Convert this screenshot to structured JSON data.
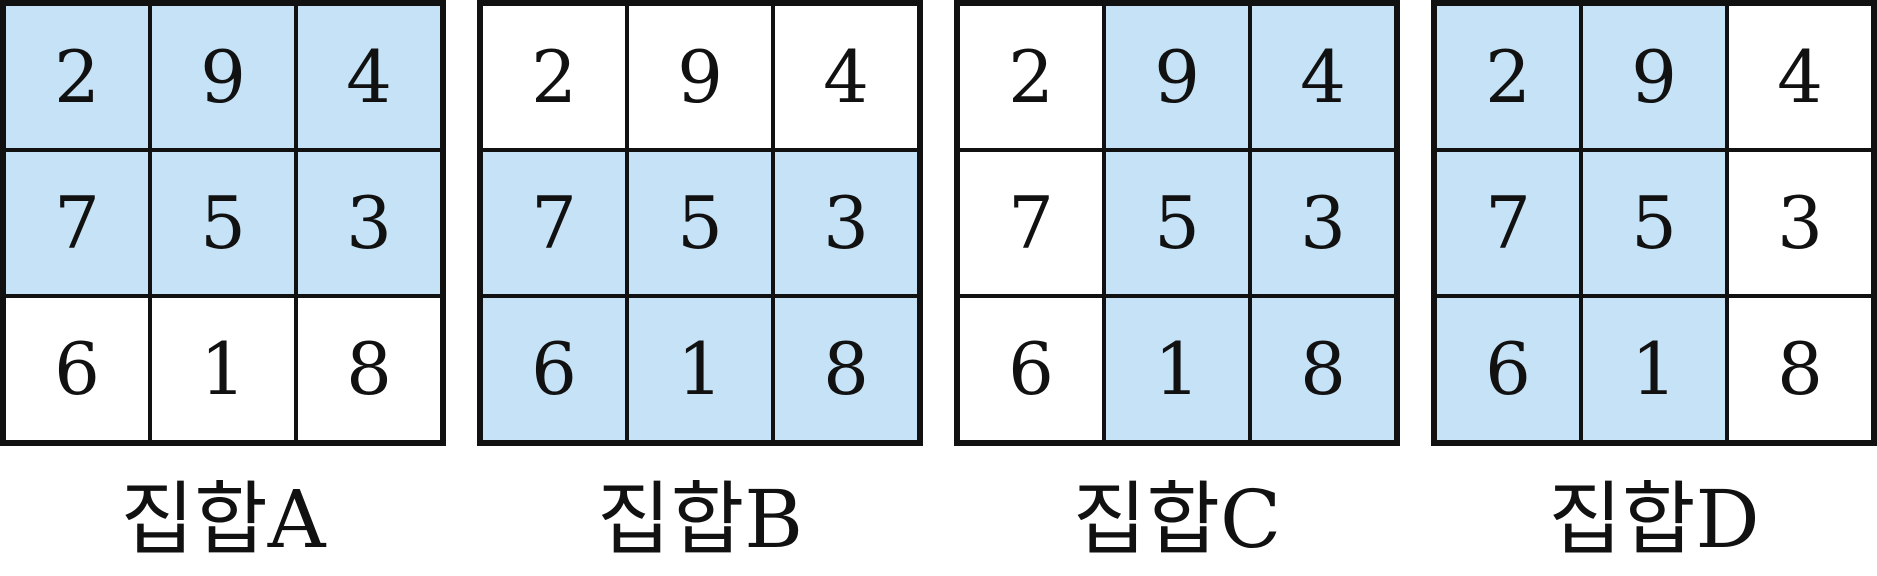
{
  "highlight_color": "#c5e2f6",
  "grid_numbers": [
    [
      "2",
      "9",
      "4"
    ],
    [
      "7",
      "5",
      "3"
    ],
    [
      "6",
      "1",
      "8"
    ]
  ],
  "sets": [
    {
      "label": "집합A",
      "highlighted": [
        [
          1,
          1,
          1
        ],
        [
          1,
          1,
          1
        ],
        [
          0,
          0,
          0
        ]
      ]
    },
    {
      "label": "집합B",
      "highlighted": [
        [
          0,
          0,
          0
        ],
        [
          1,
          1,
          1
        ],
        [
          1,
          1,
          1
        ]
      ]
    },
    {
      "label": "집합C",
      "highlighted": [
        [
          0,
          1,
          1
        ],
        [
          0,
          1,
          1
        ],
        [
          0,
          1,
          1
        ]
      ]
    },
    {
      "label": "집합D",
      "highlighted": [
        [
          1,
          1,
          0
        ],
        [
          1,
          1,
          0
        ],
        [
          1,
          1,
          0
        ]
      ]
    }
  ]
}
